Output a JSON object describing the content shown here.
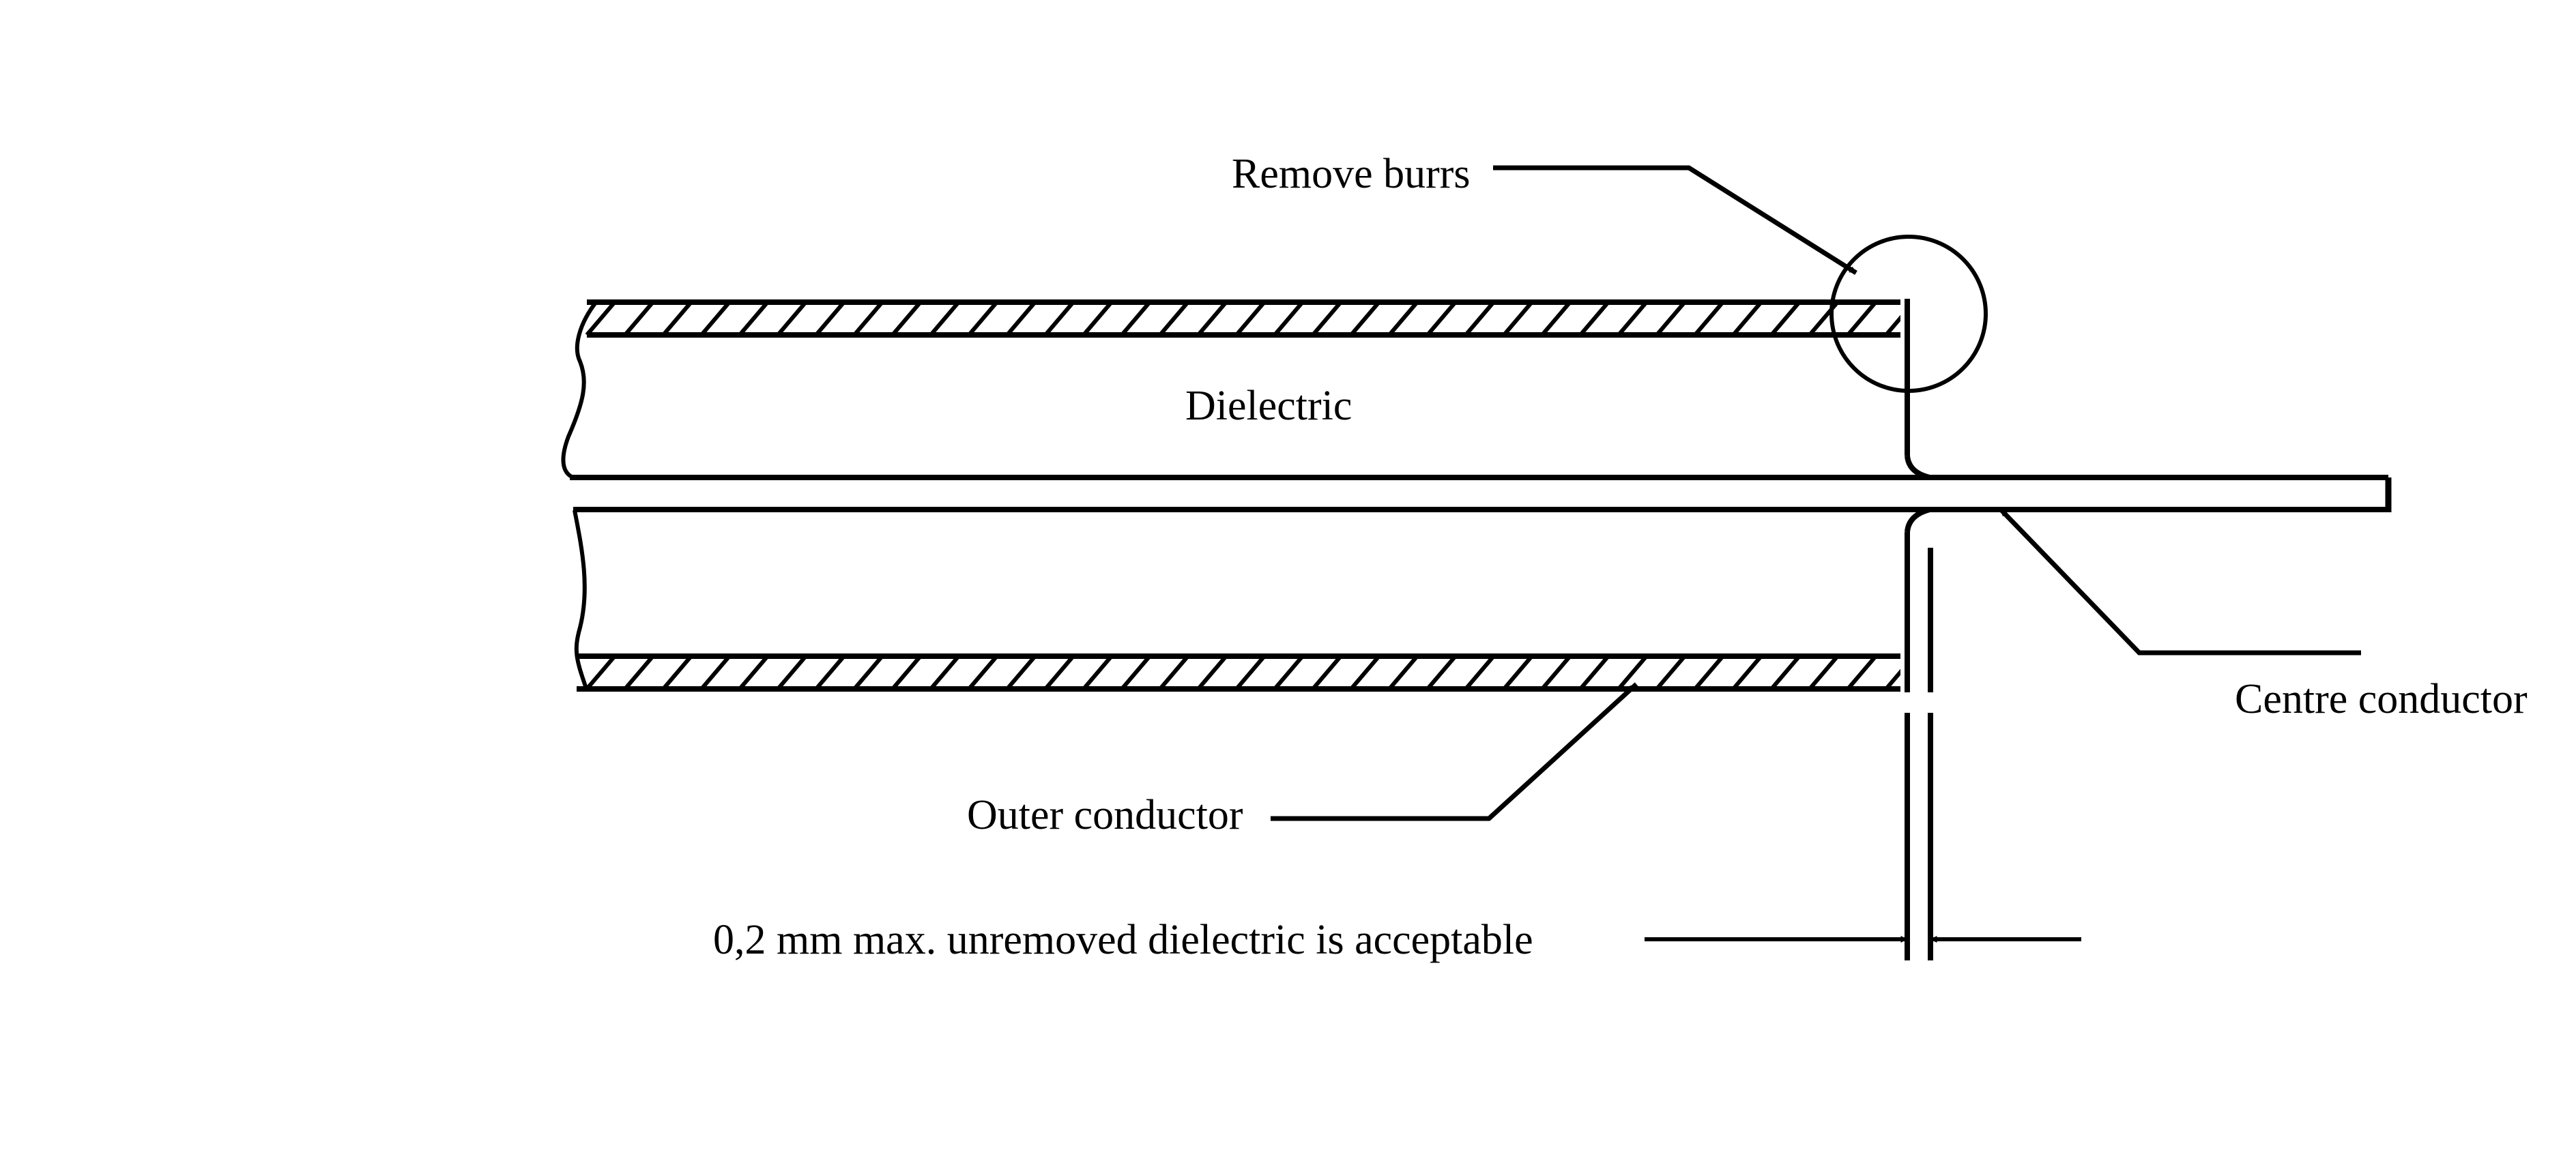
{
  "diagram": {
    "labels": {
      "remove_burrs": "Remove burrs",
      "dielectric": "Dielectric",
      "centre_conductor": "Centre conductor",
      "outer_conductor": "Outer conductor",
      "tolerance_note": "0,2 mm max. unremoved dielectric is acceptable"
    }
  }
}
